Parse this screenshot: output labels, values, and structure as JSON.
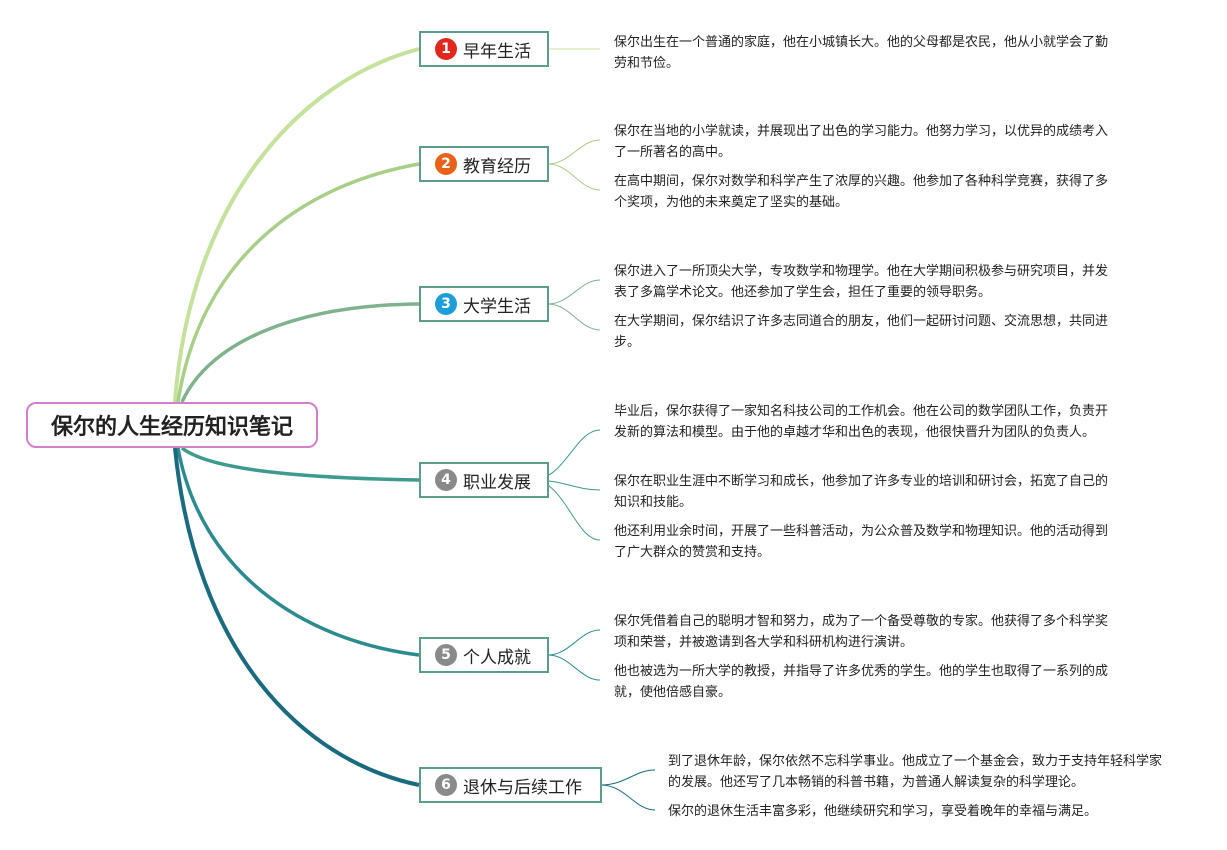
{
  "root": {
    "title": "保尔的人生经历知识笔记"
  },
  "branches": [
    {
      "num": "1",
      "badge_color": "#e0281d",
      "line_color": "#c4e29c",
      "title": "早年生活",
      "notes": [
        "保尔出生在一个普通的家庭，他在小城镇长大。他的父母都是农民，他从小就学会了勤劳和节俭。"
      ]
    },
    {
      "num": "2",
      "badge_color": "#e8621a",
      "line_color": "#a8cf88",
      "title": "教育经历",
      "notes": [
        "保尔在当地的小学就读，并展现出了出色的学习能力。他努力学习，以优异的成绩考入了一所著名的高中。",
        "在高中期间，保尔对数学和科学产生了浓厚的兴趣。他参加了各种科学竞赛，获得了多个奖项，为他的未来奠定了坚实的基础。"
      ]
    },
    {
      "num": "3",
      "badge_color": "#1e9ddb",
      "line_color": "#7fb28d",
      "title": "大学生活",
      "notes": [
        "保尔进入了一所顶尖大学，专攻数学和物理学。他在大学期间积极参与研究项目，并发表了多篇学术论文。他还参加了学生会，担任了重要的领导职务。",
        "在大学期间，保尔结识了许多志同道合的朋友，他们一起研讨问题、交流思想，共同进步。"
      ]
    },
    {
      "num": "4",
      "badge_color": "#8a8a8a",
      "line_color": "#3f9a8e",
      "title": "职业发展",
      "notes": [
        "毕业后，保尔获得了一家知名科技公司的工作机会。他在公司的数学团队工作，负责开发新的算法和模型。由于他的卓越才华和出色的表现，他很快晋升为团队的负责人。",
        "保尔在职业生涯中不断学习和成长，他参加了许多专业的培训和研讨会，拓宽了自己的知识和技能。",
        "他还利用业余时间，开展了一些科普活动，为公众普及数学和物理知识。他的活动得到了广大群众的赞赏和支持。"
      ]
    },
    {
      "num": "5",
      "badge_color": "#8a8a8a",
      "line_color": "#2d8a8f",
      "title": "个人成就",
      "notes": [
        "保尔凭借着自己的聪明才智和努力，成为了一个备受尊敬的专家。他获得了多个科学奖项和荣誉，并被邀请到各大学和科研机构进行演讲。",
        "他也被选为一所大学的教授，并指导了许多优秀的学生。他的学生也取得了一系列的成就，使他倍感自豪。"
      ]
    },
    {
      "num": "6",
      "badge_color": "#8a8a8a",
      "line_color": "#1a6a80",
      "title": "退休与后续工作",
      "notes": [
        "到了退休年龄，保尔依然不忘科学事业。他成立了一个基金会，致力于支持年轻科学家的发展。他还写了几本畅销的科普书籍，为普通人解读复杂的科学理论。",
        "保尔的退休生活丰富多彩，他继续研究和学习，享受着晚年的幸福与满足。"
      ]
    }
  ]
}
